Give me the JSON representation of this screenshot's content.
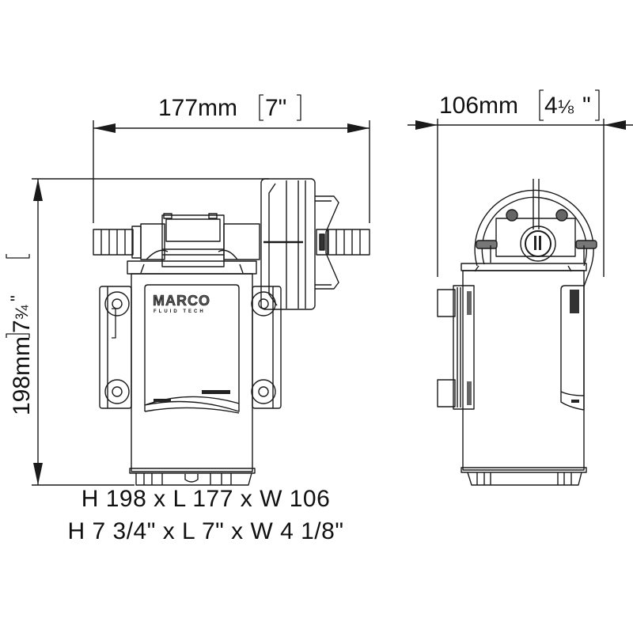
{
  "diagram": {
    "title": "MARCO pump dimensional drawing",
    "brand_label": "MARCO",
    "brand_sublabel": "FLUID TECH",
    "views": [
      "front-view",
      "side-view"
    ],
    "dimensions": {
      "length": {
        "mm": "177mm",
        "inch": "7\"",
        "label_full": "177mm [7\"]"
      },
      "width": {
        "mm": "106mm",
        "inch_whole": "4",
        "inch_frac": "⅛",
        "inch_mark": "\"",
        "label_full": "106mm [4⅛\"]"
      },
      "height": {
        "mm": "198mm",
        "inch_whole": "7",
        "inch_frac": "¾",
        "inch_mark": "\"",
        "label_full": "198mm [7¾\"]"
      }
    },
    "summary": {
      "metric": "H 198 x L 177 x W 106",
      "imperial": "H 7 3/4\" x L 7\" x W 4 1/8\""
    },
    "colors": {
      "line": "#1a1a1a",
      "background": "#ffffff",
      "fill_dark": "#555555"
    }
  }
}
